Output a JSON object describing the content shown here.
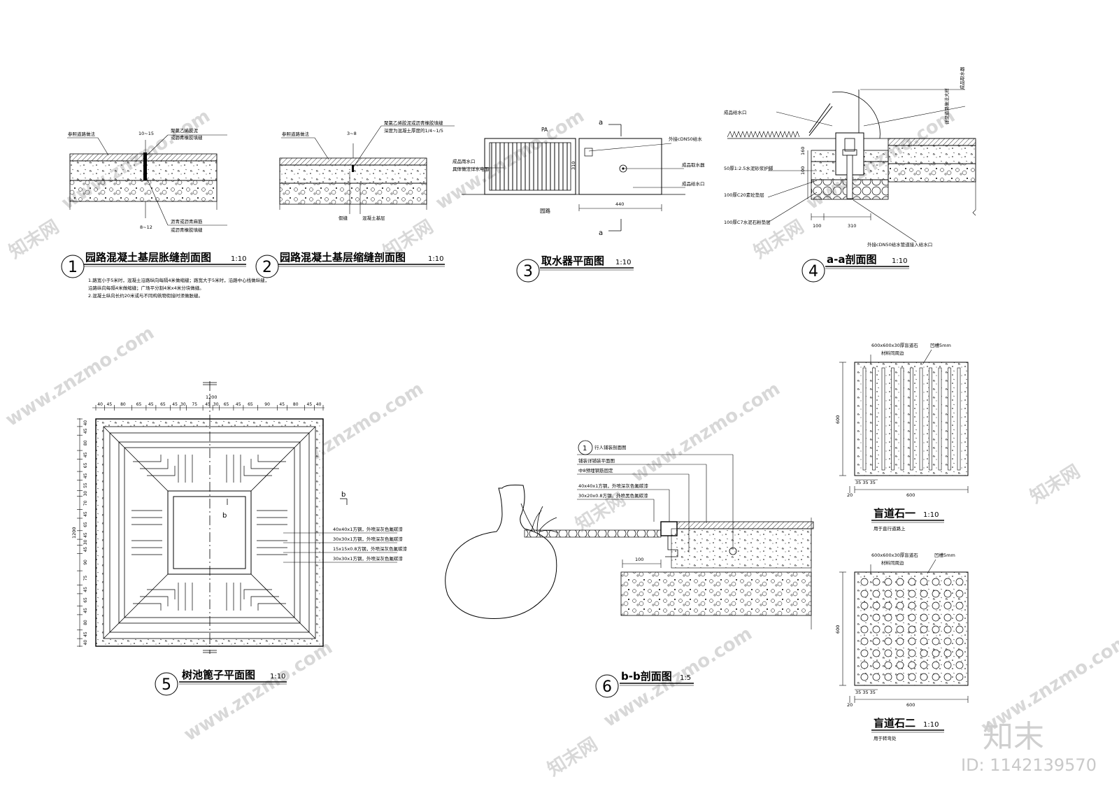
{
  "titles": {
    "d1": "园路混凝土基层胀缝剖面图",
    "d1_scale": "1:10",
    "d1_num": "1",
    "d2": "园路混凝土基层缩缝剖面图",
    "d2_scale": "1:10",
    "d2_num": "2",
    "d3": "取水器平面图",
    "d3_scale": "1:10",
    "d3_num": "3",
    "d4": "a-a剖面图",
    "d4_scale": "1:10",
    "d4_num": "4",
    "d5": "树池篦子平面图",
    "d5_scale": "1:10",
    "d5_num": "5",
    "d6": "b-b剖面图",
    "d6_scale": "1:5",
    "d6_num": "6",
    "d7": "盲道石一",
    "d7_scale": "1:10",
    "d7_sub": "用于直行道路上",
    "d8": "盲道石二",
    "d8_scale": "1:10",
    "d8_sub": "用于转弯处"
  },
  "d1": {
    "label_top_left": "参照道路做法",
    "label_gap_top": "10~15",
    "label_gap_bottom": "8~12",
    "label_r1": "聚氯乙烯胶泥",
    "label_r2": "或沥青橡胶填缝",
    "label_r3": "沥青或沥青麻筋",
    "label_r4": "或沥青橡胶填缝",
    "note1": "1.路宽小于5米时，混凝土沿路纵向每隔4米做缩缝；路宽大于5米时，沿路中心线做纵缝，",
    "note2": "沿路纵向每隔4米做缩缝；广场平分割4米x4米分块做缝。",
    "note3": "2.混凝土纵向长约20米或与不同构筑物衔接时须做胀缝。"
  },
  "d2": {
    "label_top_left": "参照道路做法",
    "label_gap_top": "3~8",
    "label_r1": "聚氯乙烯胶泥或沥青橡胶填缝",
    "label_r2": "深度为混凝土厚度的1/4~1/5",
    "label_b1": "假缝",
    "label_b2": "混凝土基层"
  },
  "d3": {
    "pa": "PA",
    "a_top": "a",
    "a_bottom": "a",
    "dim_310": "310",
    "dim_440": "440",
    "road": "园路",
    "l1": "成品雨水口",
    "l2": "具体做法详水电图",
    "r1": "外接cDN50给水",
    "r2": "成品取水器",
    "r3": "成品给水口"
  },
  "d4": {
    "l_top": "成品给水口",
    "l1": "50厚1:2.5水泥砂浆护脚",
    "l2": "100厚C20素砼垫层",
    "l3": "100厚C7水泥石粉垫层",
    "r1": "成品取水器",
    "r2": "详见道路做法大样",
    "b1": "外接cDN50给水管道接入给水口",
    "dim_160": "160",
    "dim_100a": "100",
    "dim_100b": "100",
    "dim_310": "310"
  },
  "d5": {
    "dim_total_top": "1200",
    "dim_total_left": "1200",
    "top_dims": [
      "40",
      "45",
      "80",
      "65",
      "45",
      "65",
      "45",
      "30",
      "75",
      "45",
      "30",
      "65",
      "45",
      "65",
      "90",
      "45",
      "80",
      "45",
      "40"
    ],
    "left_dims": [
      "40",
      "45",
      "80",
      "45",
      "65",
      "45",
      "55",
      "30",
      "70",
      "45",
      "65",
      "45",
      "30",
      "45",
      "90",
      "75",
      "45",
      "65",
      "45",
      "80",
      "45",
      "40"
    ],
    "sec_b": "b",
    "sec_b2": "b",
    "m1": "40x40x1方钢，外喷深灰色氟碳漆",
    "m2": "30x30x1方钢，外喷深灰色氟碳漆",
    "m3": "15x15x0.8方钢，外喷深灰色氟碳漆",
    "m4": "30x30x1方钢，外喷深灰色氟碳漆"
  },
  "d6": {
    "ref": "1",
    "l1": "行人铺装剖面图",
    "l2": "铺装详铺装平面图",
    "l3": "中8预埋钢筋固定",
    "l4": "40x40x1方钢，外喷深灰色氟碳漆",
    "l5": "30x20x0.8方钢，外喷黑色氟碳漆",
    "dim_100": "100"
  },
  "d7": {
    "label1": "600x600x30厚盲道石",
    "label2": "材料同周边",
    "label3": "凹槽5mm",
    "dim_600_side": "600",
    "dim_600_bottom": "600",
    "dim_20": "20",
    "dim_35": "35 35 35"
  },
  "d8": {
    "label1": "600x600x30厚盲道石",
    "label2": "材料同周边",
    "label3": "凹槽5mm",
    "dim_600_side": "600",
    "dim_600_bottom": "600",
    "dim_20": "20",
    "dim_35": "35 35 35"
  },
  "watermark": {
    "site": "www.znzmo.com",
    "brand_cn": "知末网",
    "logo": "知末",
    "id": "ID: 1142139570"
  }
}
